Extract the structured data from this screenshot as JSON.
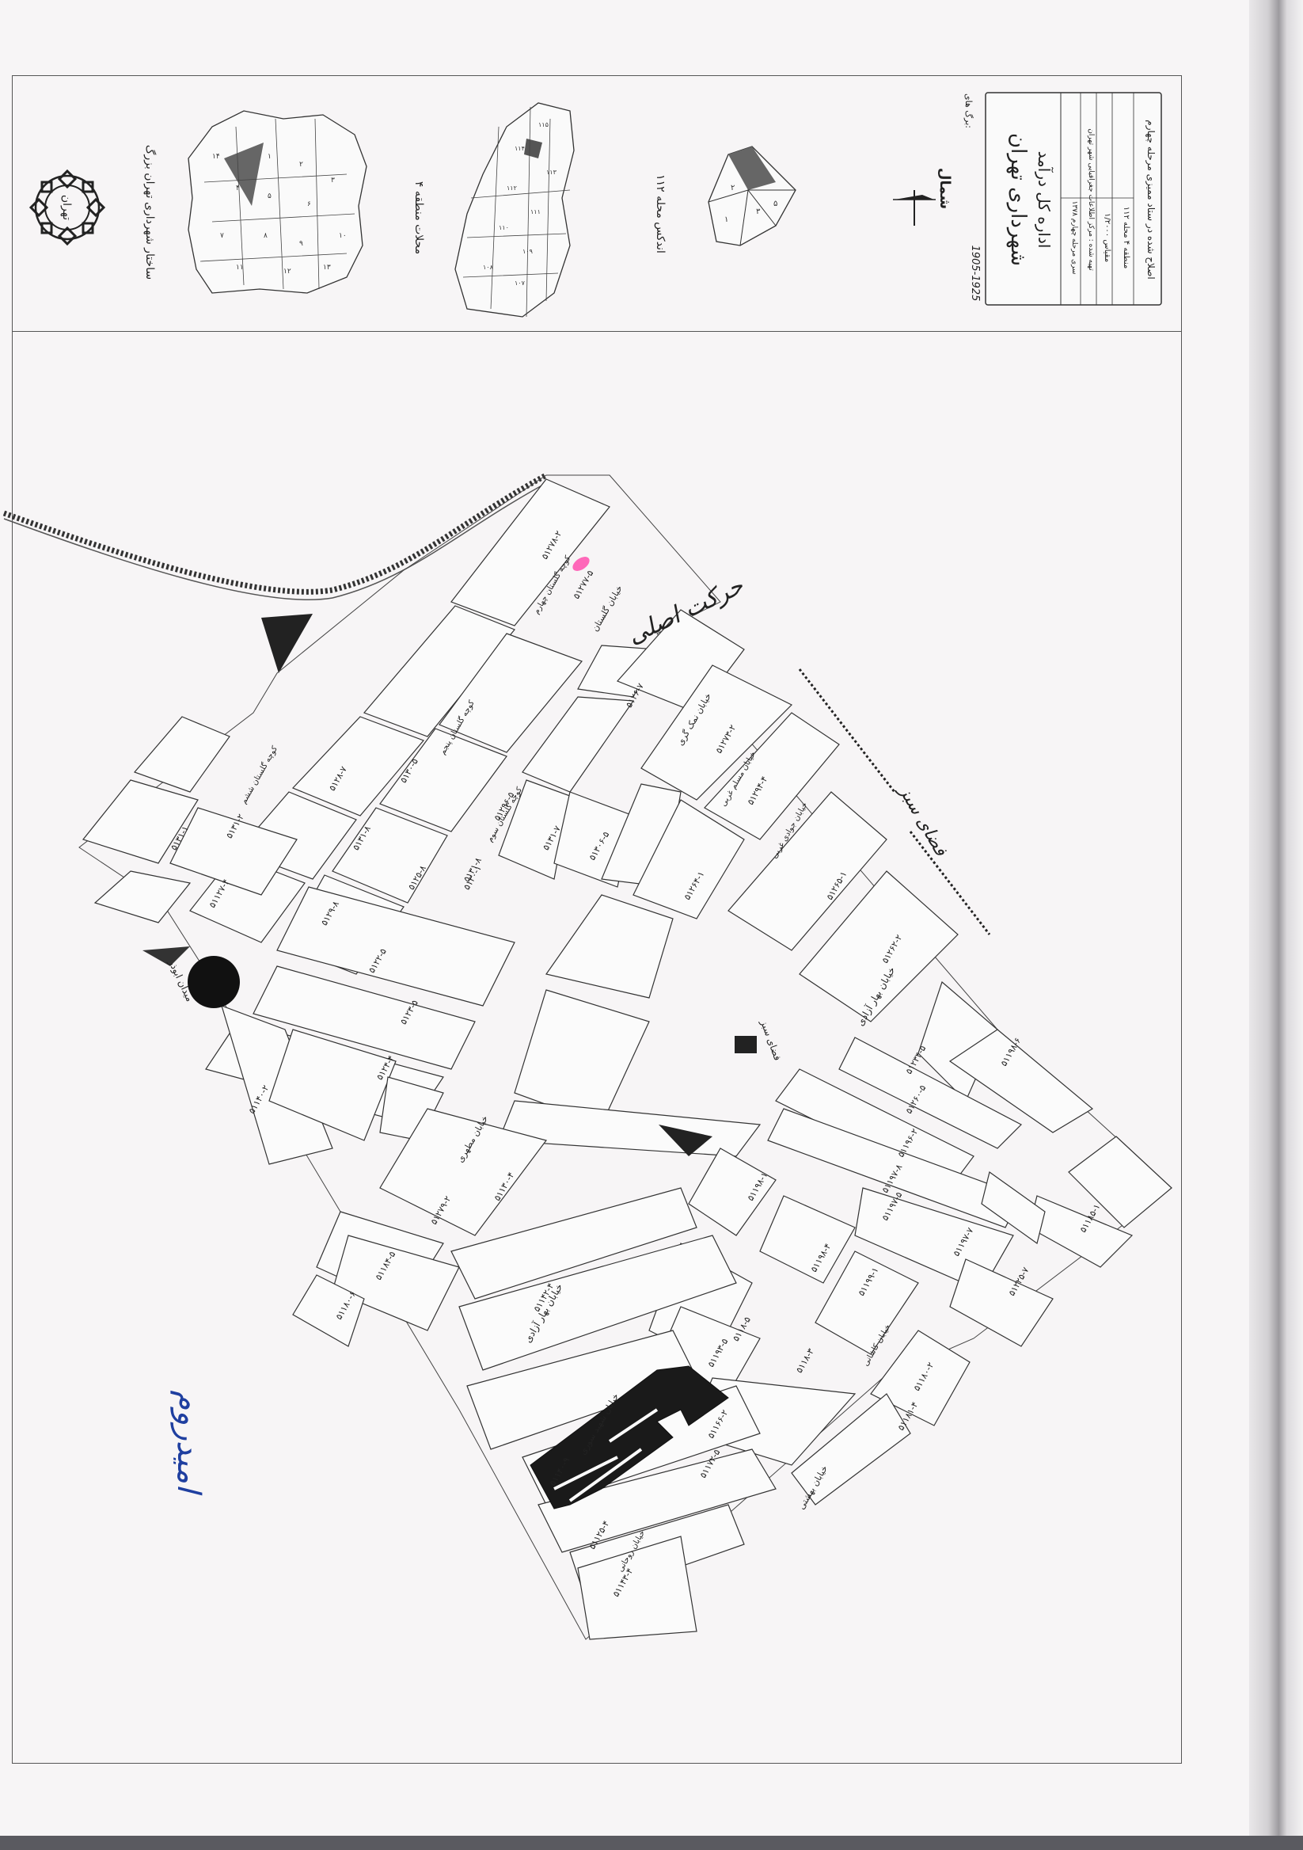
{
  "legend": {
    "greater_tehran_label": "ساختار شهرداری تهران بزرگ",
    "region_districts_label": "محلات منطقه ۴",
    "district_index_label": "اندکس محله ۱۱۲",
    "north_label": "شمال",
    "title_box": {
      "org_line1": "شهرداری تهران",
      "org_line2": "اداره کل درآمد",
      "sheet_label": "برگ های:",
      "scale_row": "مقیاس ۱/۲۰۰۰",
      "prepared_row": "تهیه شده : مرکز اطلاعات جغرافیایی شهر تهران",
      "region_row": "منطقه ۴ محله ۱۱۲",
      "correction_row": "اصلاح شده در ستاد ممیزی مرحله چهارم",
      "year_row": "سری مرحله چهارم ۱۳۷۸"
    },
    "year_range": "1905-1925"
  },
  "map": {
    "square_labels": [
      "میدان ابوذر",
      "فضای سبز"
    ],
    "street_labels": [
      "خیابان بهار آزادی",
      "خیابان بهار آزادی",
      "خیابان مطهری",
      "خیابان شهید سوری",
      "خیابان بهشتی",
      "خیابان گلستان",
      "خیابان نمک گری",
      "خیابان مسلم غربی",
      "خیابان جوادی غربی",
      "خیابان کاشانی",
      "خیابان روحانی"
    ],
    "alley_labels": [
      "کوچه گلستان چهارم",
      "کوچه گلستان پنجم",
      "کوچه گلستان ششم",
      "کوچه گلستان سوم"
    ],
    "block_codes": [
      "۵۱۲۷۸-۲",
      "۵۱۲۷۷-۵",
      "۵۱۲۶-۷",
      "۵۱۲۸-۷",
      "۵۱۳۰-۵",
      "۵۱۳۱-۸",
      "۵۱۳۱-۲",
      "۵۱۳۱-۱",
      "۵۱۲۹-۸",
      "۵۱۳۰-۱",
      "۵۱۲۹۶-۵",
      "۵۱۳۱-۷",
      "۵۱۳۰۶-۵",
      "۵۱۲۲-۵",
      "۵۱۲۵-۸",
      "۵۱۲۳-۵",
      "۵۱۲۴-۴",
      "۵۱۳۱-۸",
      "۵۱۲۷۳-۲",
      "۵۱۲۹۴-۴",
      "۵۱۲۷۹-۲",
      "۵۱۲۶۴-۱",
      "۵۱۲۶۵-۱",
      "۵۱۲۶۲-۲",
      "۵۱۲۳۴-۵",
      "۵۱۱۹۸-۶",
      "۵۱۲۶۰-۵",
      "۵۱۱۹۶-۲",
      "۵۱۱۹۷-۸",
      "۵۱۱۹۷-۵",
      "۵۱۱۹۸-۱",
      "۵۱۱۹۸-۴",
      "۵۱۱۹۹-۱",
      "۵۱۲۲۵-۷",
      "۵۱۱۸۵-۱",
      "۵۱۱۹۷-۷",
      "۵۱۱۸-۳",
      "۵۱۱۹۳-۵",
      "۵۱۱۸-۵",
      "۵۱۱۸۰-۲",
      "۵۱۱۸۱-۴",
      "۵۱۱۷۲-۵",
      "۵۱۱۲۵-۴",
      "۵۱۱۴۳-۴",
      "۵۱۱۴۰-۹",
      "۵۱۱۳۰-۴",
      "۵۱۱۸۴-۵",
      "۵۱۱۸۰-۶",
      "۵۱۱۴۲-۴",
      "۵۱۱۶۶-۲",
      "۵۱۱۲۷-۴",
      "۵۱۱۴۰-۲"
    ],
    "handwritten": {
      "side_note": "امیدروم",
      "annotation_top": "حرکت اصلی",
      "annotation_right": "فضای سبز"
    }
  }
}
